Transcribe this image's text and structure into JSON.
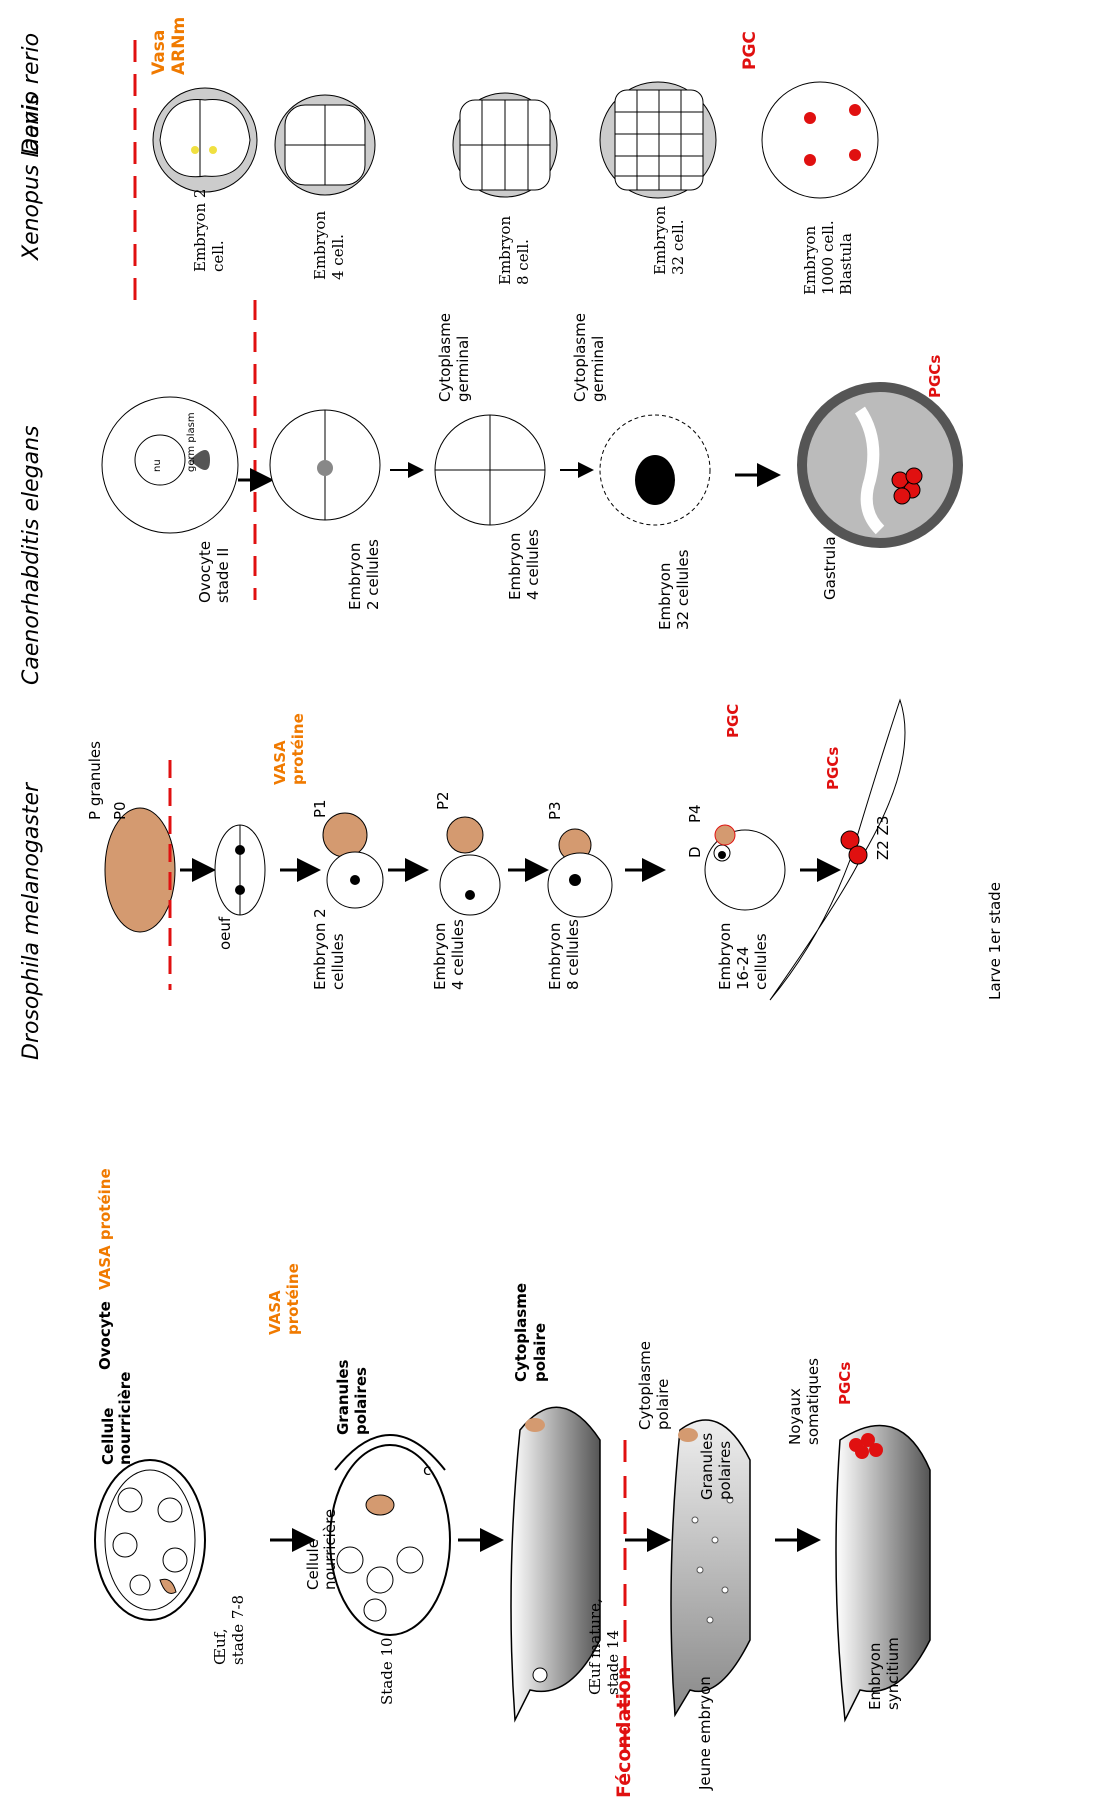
{
  "species": {
    "drosophila": "Drosophila melanogaster",
    "caenorhabditis": "Caenorhabditis elegans",
    "xenopus": "Xenopus laevis",
    "danio": "Danio rerio"
  },
  "drosophila": {
    "vasa1": "VASA protéine",
    "ovocyte": "Ovocyte",
    "cellule1": "Cellule",
    "cellule2": "nourricière",
    "stage1a": "Œuf,",
    "stage1b": "stade 7-8",
    "vasa2a": "VASA",
    "vasa2b": "protéine",
    "granules1": "Granules",
    "granules2": "polaires",
    "nurse1": "Cellule",
    "nurse2": "nourricière",
    "c": "c",
    "stage2": "Stade 10",
    "cytopol1": "Cytoplasme",
    "cytopol2": "polaire",
    "stage3a": "Œuf mature,",
    "stage3b": "stade 14",
    "fecondation": "Fécondation",
    "cyto2a": "Cytoplasme",
    "cyto2b": "polaire",
    "gran2a": "Granules",
    "gran2b": "polaires",
    "stage4": "Jeune embryon",
    "noyaux1": "Noyaux",
    "noyaux2": "somatiques",
    "pgcs": "PGCs",
    "stage5a": "Embryon",
    "stage5b": "syncitium"
  },
  "celegans": {
    "pgran": "P granules",
    "p0": "P0",
    "oeuf": "oeuf",
    "vasa1": "VASA",
    "vasa2": "protéine",
    "p1": "P1",
    "st2a": "Embryon 2",
    "st2b": "cellules",
    "p2": "P2",
    "st4a": "Embryon",
    "st4b": "4 cellules",
    "p3": "P3",
    "st8a": "Embryon",
    "st8b": "8 cellules",
    "pgc": "PGC",
    "d": "D",
    "p4": "P4",
    "st16a": "Embryon",
    "st16b": "16-24",
    "st16c": "cellules",
    "pgcs": "PGCs",
    "z2z3": "Z2 Z3",
    "larve": "Larve 1er stade"
  },
  "xenopus": {
    "ovo1": "Ovocyte",
    "ovo2": "stade II",
    "nu": "nu",
    "germ": "germ plasm",
    "e2a": "Embryon",
    "e2b": "2 cellules",
    "cg1a": "Cytoplasme",
    "cg1b": "germinal",
    "e4a": "Embryon",
    "e4b": "4 cellules",
    "cg2a": "Cytoplasme",
    "cg2b": "germinal",
    "e32a": "Embryon",
    "e32b": "32 cellules",
    "gastrula": "Gastrula",
    "pgcs": "PGCs"
  },
  "danio": {
    "vasa": "Vasa",
    "arnm": "ARNm",
    "e2a": "Embryon 2",
    "e2b": "cell.",
    "e4a": "Embryon",
    "e4b": "4 cell.",
    "e8a": "Embryon",
    "e8b": "8 cell.",
    "e32a": "Embryon",
    "e32b": "32 cell.",
    "pgc": "PGC",
    "e1000a": "Embryon",
    "e1000b": "1000 cell.",
    "e1000c": "Blastula"
  },
  "colors": {
    "red": "#e01010",
    "orange": "#f07a00",
    "brown": "#d49a70",
    "yellow": "#f0e040"
  }
}
